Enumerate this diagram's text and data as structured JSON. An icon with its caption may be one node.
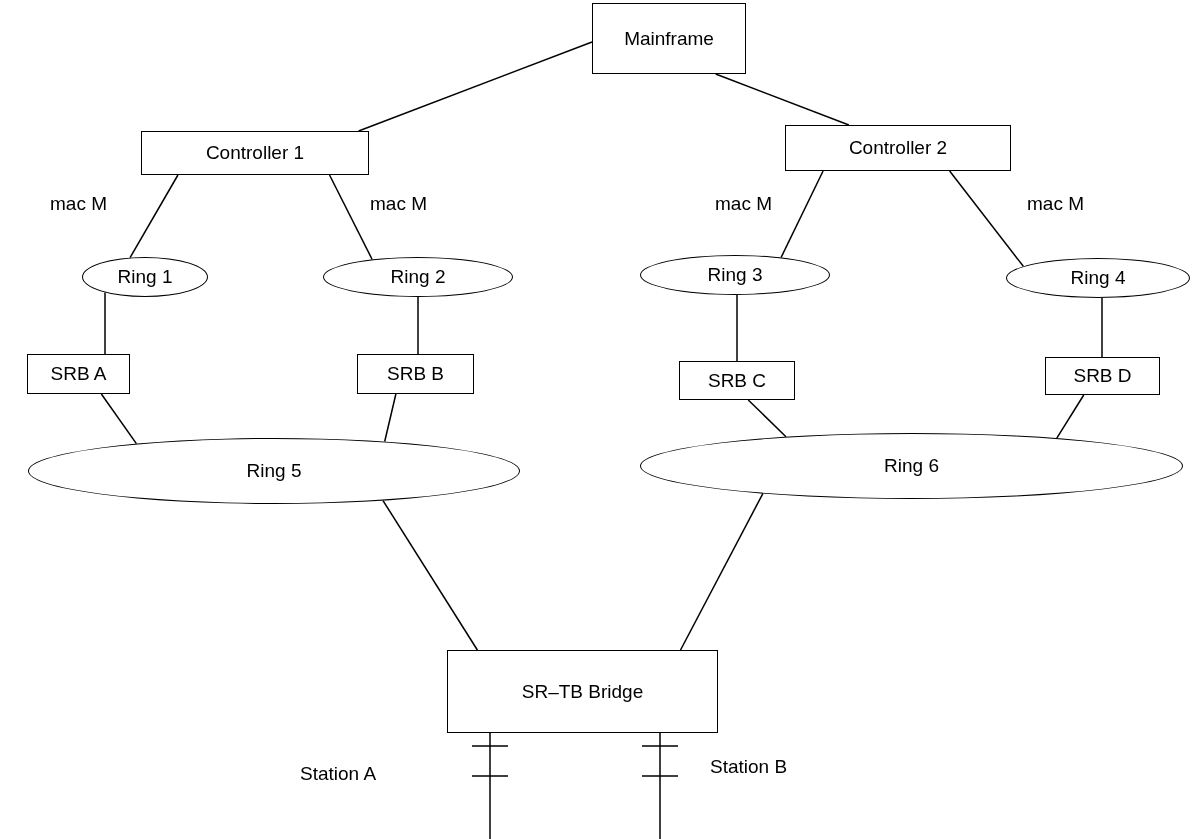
{
  "diagram": {
    "nodes": [
      {
        "text": [
          "Mainframe"
        ]
      },
      {
        "text": [
          "Controller 1"
        ]
      },
      {
        "text": [
          "Controller 2"
        ]
      },
      {
        "text": [
          "Ring 1"
        ]
      },
      {
        "text": [
          "Ring 2"
        ]
      },
      {
        "text": [
          "Ring 3"
        ]
      },
      {
        "text": [
          "Ring 4"
        ]
      },
      {
        "text": [
          "SRB A"
        ]
      },
      {
        "text": [
          "SRB B"
        ]
      },
      {
        "text": [
          "SRB C"
        ]
      },
      {
        "text": [
          "SRB D"
        ]
      },
      {
        "text": [
          "Ring 5"
        ]
      },
      {
        "text": [
          "Ring 6"
        ]
      },
      {
        "text": [
          "SR–TB Bridge"
        ]
      }
    ],
    "edges": [
      {
        "from": 0,
        "to": 1,
        "arrow": "none"
      },
      {
        "from": 0,
        "to": 2,
        "arrow": "none"
      },
      {
        "from": 1,
        "to": 3,
        "arrow": "none",
        "label": "mac M"
      },
      {
        "from": 1,
        "to": 4,
        "arrow": "none",
        "label": "mac M"
      },
      {
        "from": 2,
        "to": 5,
        "arrow": "none",
        "label": "mac M"
      },
      {
        "from": 2,
        "to": 6,
        "arrow": "none",
        "label": "mac M"
      },
      {
        "from": 3,
        "to": 7,
        "arrow": "none"
      },
      {
        "from": 4,
        "to": 8,
        "arrow": "none"
      },
      {
        "from": 5,
        "to": 9,
        "arrow": "none"
      },
      {
        "from": 6,
        "to": 10,
        "arrow": "none"
      },
      {
        "from": 7,
        "to": 11,
        "arrow": "none"
      },
      {
        "from": 8,
        "to": 11,
        "arrow": "none"
      },
      {
        "from": 9,
        "to": 12,
        "arrow": "none"
      },
      {
        "from": 10,
        "to": 12,
        "arrow": "none"
      },
      {
        "from": 11,
        "to": 13,
        "arrow": "none"
      },
      {
        "from": 12,
        "to": 13,
        "arrow": "none"
      },
      {
        "from": 13,
        "to": null,
        "arrow": "none"
      },
      {
        "from": 13,
        "to": null,
        "arrow": "none"
      }
    ],
    "labels": [
      "Station A",
      "Station B"
    ]
  }
}
